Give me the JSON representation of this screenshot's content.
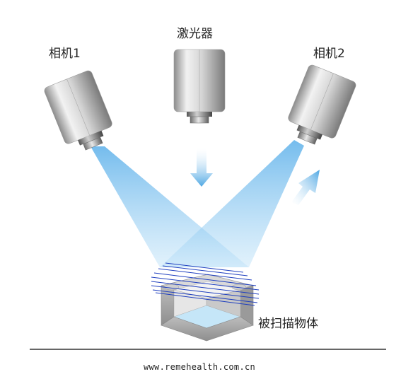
{
  "labels": {
    "camera1": "相机1",
    "laser": "激光器",
    "camera2": "相机2",
    "object": "被扫描物体",
    "url": "www.remehealth.com.cn"
  },
  "colors": {
    "beam": "#7ec3ee",
    "arrow": "#4ea7e3",
    "laser_lines": "#1f3fbf",
    "object_gray": "#a9a9a9",
    "ground": "#333333"
  }
}
